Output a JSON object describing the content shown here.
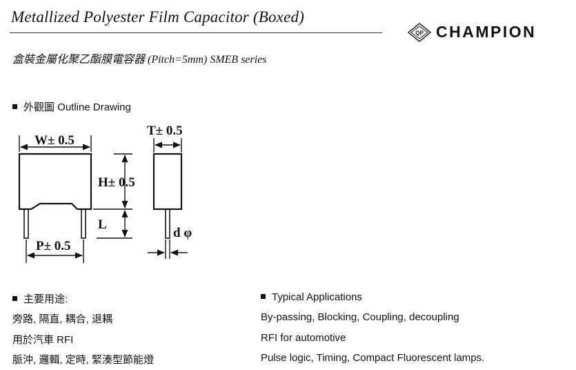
{
  "header": {
    "title": "Metallized Polyester Film Capacitor (Boxed)",
    "subtitle": "盒裝金屬化聚乙酯膜電容器  (Pitch=5mm) SMEB series",
    "brand": {
      "logo_text": "QP",
      "name": "CHAMPION"
    }
  },
  "outline": {
    "heading": "外觀圖  Outline Drawing",
    "labels": {
      "width": "W± 0.5",
      "thickness": "T± 0.5",
      "height": "H± 0.5",
      "lead_length": "L",
      "pitch": "P± 0.5",
      "lead_diameter": "d φ"
    }
  },
  "uses_zh": {
    "heading": "主要用途:",
    "items": [
      "旁路, 隔直, 耦合, 退耦",
      "用於汽車 RFI",
      "脈沖, 邏輯, 定時, 緊湊型節能燈"
    ]
  },
  "uses_en": {
    "heading": "Typical Applications",
    "items": [
      "By-passing, Blocking, Coupling, decoupling",
      "RFI for automotive",
      "Pulse logic, Timing, Compact Fluorescent lamps."
    ]
  }
}
